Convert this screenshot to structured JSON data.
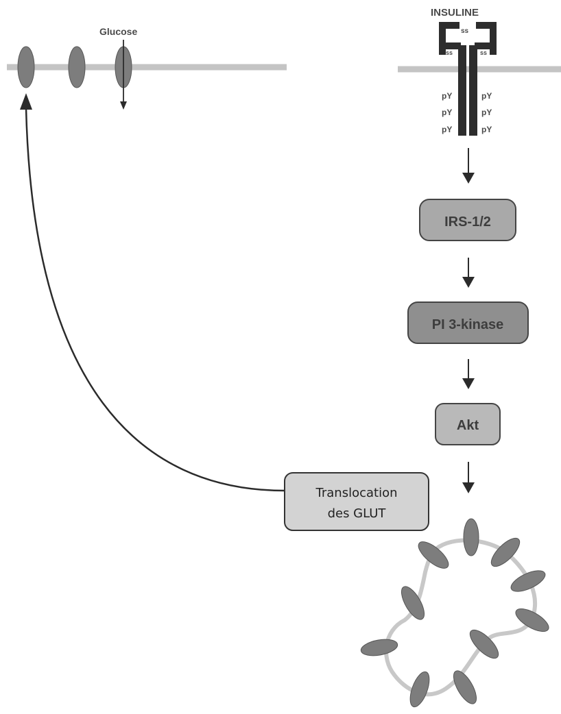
{
  "labels": {
    "glucose": "Glucose",
    "insulin": "INSULINE",
    "disulfide_top": "ss",
    "disulfide_left": "ss",
    "disulfide_right": "ss",
    "phospho": [
      "pY",
      "pY",
      "pY",
      "pY",
      "pY",
      "pY"
    ]
  },
  "pathway": {
    "irs": "IRS-1/2",
    "pi3k": "PI 3-kinase",
    "akt": "Akt"
  },
  "translocation": {
    "line1": "Translocation",
    "line2": "des  GLUT"
  },
  "colors": {
    "membrane": "#c4c4c4",
    "transporter": "#7d7d7d",
    "receptor": "#2d2d2d",
    "irs_box": "#a9a9a9",
    "pi3k_box": "#8f8f8f",
    "akt_box": "#b9b9b9",
    "translocation_box": "#d3d3d3",
    "arrow": "#2b2b2b"
  }
}
